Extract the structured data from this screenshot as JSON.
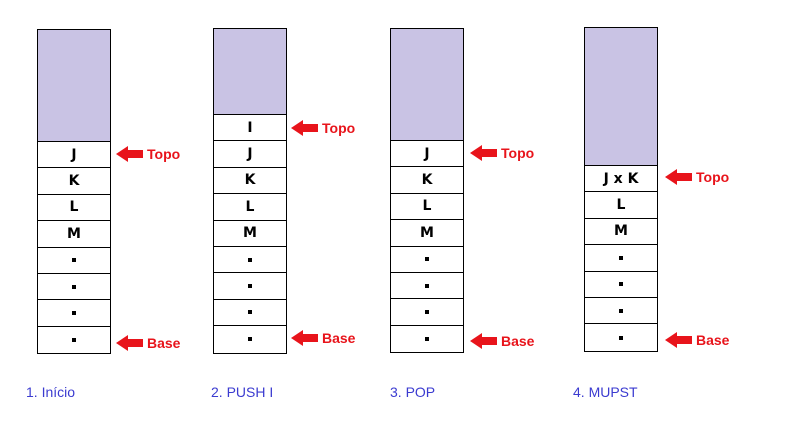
{
  "stacks": [
    {
      "cells": [
        "J",
        "K",
        "L",
        "M",
        "",
        "",
        "",
        ""
      ],
      "top_label": "Topo",
      "base_label": "Base",
      "caption": "1. Início"
    },
    {
      "cells": [
        "I",
        "J",
        "K",
        "L",
        "M",
        "",
        "",
        "",
        ""
      ],
      "top_label": "Topo",
      "base_label": "Base",
      "caption": "2. PUSH I"
    },
    {
      "cells": [
        "J",
        "K",
        "L",
        "M",
        "",
        "",
        "",
        ""
      ],
      "top_label": "Topo",
      "base_label": "Base",
      "caption": "3. POP"
    },
    {
      "cells": [
        "J x K",
        "L",
        "M",
        "",
        "",
        ""
      ],
      "top_label": "Topo",
      "base_label": "Base",
      "caption": "4. MUPST"
    }
  ],
  "colors": {
    "empty_region": "#c9c3e4",
    "marker": "#e8141b",
    "caption": "#3b3bd0"
  }
}
